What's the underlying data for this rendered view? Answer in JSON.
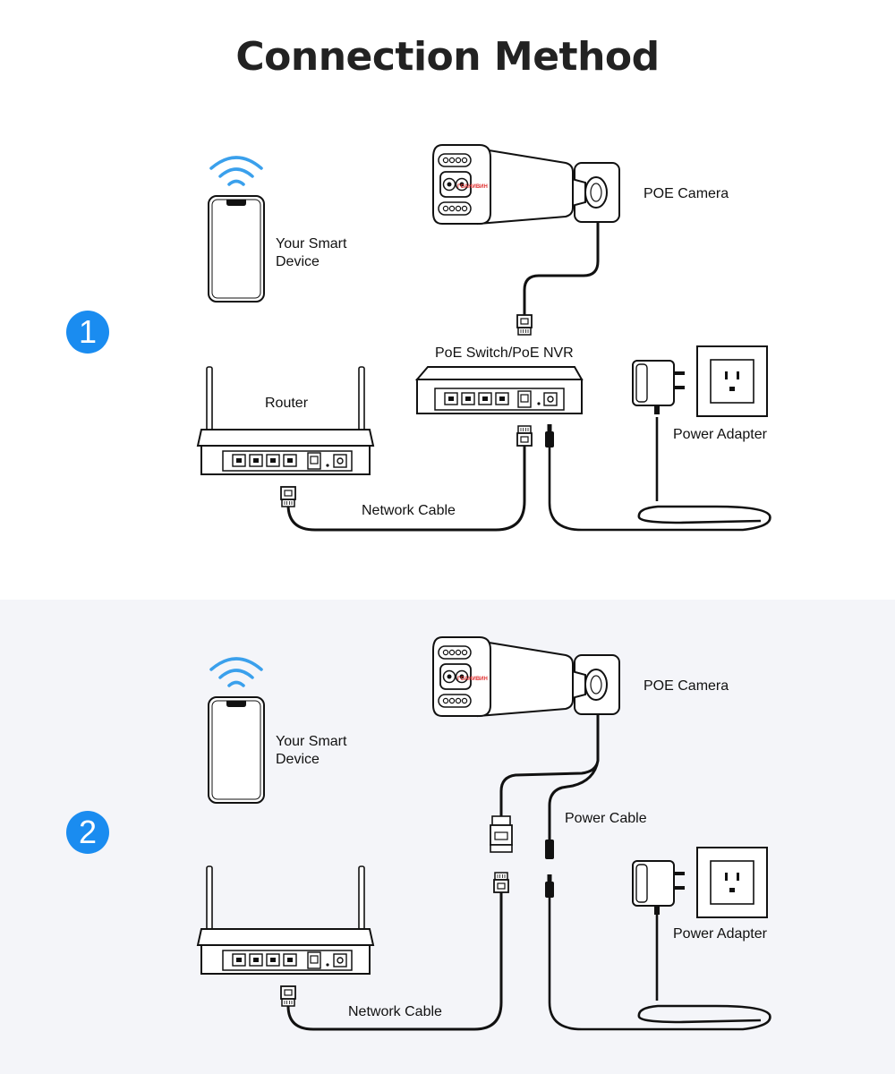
{
  "title": "Connection Method",
  "colors": {
    "step_badge": "#1a8cf0",
    "wifi": "#3aa0ec",
    "brand": "#e03030",
    "panel2_bg": "#f4f5f9",
    "cable": "#111111"
  },
  "icons": [
    "wifi-icon",
    "smartphone-icon",
    "camera-icon",
    "switch-icon",
    "router-icon",
    "power-adapter-icon",
    "wall-outlet-icon",
    "rj45-connector-icon",
    "dc-plug-icon"
  ],
  "camera_brand": "ГОАНИВИН",
  "panel1": {
    "step": "1",
    "smart_device": "Your Smart Device",
    "camera": "POE Camera",
    "switch": "PoE Switch/PoE NVR",
    "router": "Router",
    "power_adapter": "Power Adapter",
    "network_cable": "Network Cable"
  },
  "panel2": {
    "step": "2",
    "smart_device": "Your Smart Device",
    "camera": "POE Camera",
    "power_cable": "Power Cable",
    "power_adapter": "Power Adapter",
    "network_cable": "Network Cable"
  }
}
